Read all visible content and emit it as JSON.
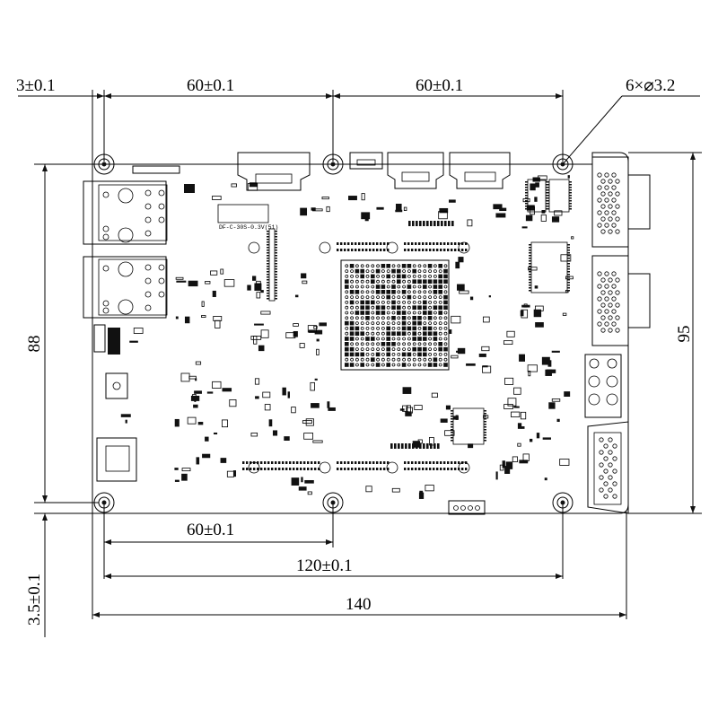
{
  "dimensions": {
    "top_left_offset": "3±0.1",
    "top_span_left": "60±0.1",
    "top_span_right": "60±0.1",
    "hole_spec": "6×⌀3.2",
    "height_holes": "88",
    "height_board": "95",
    "bottom_span_60": "60±0.1",
    "bottom_span_120": "120±0.1",
    "total_width": "140",
    "left_bottom_offset": "3.5±0.1"
  },
  "board": {
    "silkscreen_label": "DF-C-30S-0.3V(51)"
  },
  "colors": {
    "ink": "#000000",
    "background": "#ffffff"
  }
}
